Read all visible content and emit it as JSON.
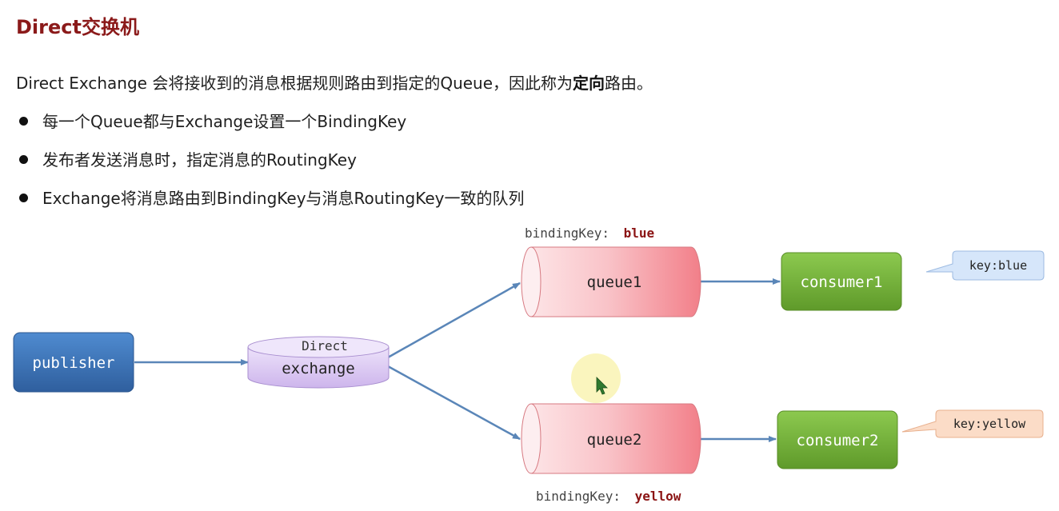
{
  "title": "Direct交换机",
  "intro": {
    "prefix": "Direct Exchange 会将接收到的消息根据规则路由到指定的Queue，因此称为",
    "bold": "定向",
    "suffix": "路由。"
  },
  "bullets": [
    "每一个Queue都与Exchange设置一个BindingKey",
    "发布者发送消息时，指定消息的RoutingKey",
    "Exchange将消息路由到BindingKey与消息RoutingKey一致的队列"
  ],
  "diagram": {
    "publisher": "publisher",
    "exchange_type": "Direct",
    "exchange": "exchange",
    "queue1": "queue1",
    "queue2": "queue2",
    "consumer1": "consumer1",
    "consumer2": "consumer2",
    "binding_label_prefix": "bindingKey:",
    "binding1_value": "blue",
    "binding2_value": "yellow",
    "key1": "key:blue",
    "key2": "key:yellow"
  },
  "colors": {
    "title": "#8b1a1a",
    "publisher": "#3d73b8",
    "exchange": "#d9c6f0",
    "queue": "#f58e96",
    "consumer": "#76b33c",
    "arrow": "#5a86b8",
    "key1_bg": "#d6e6fa",
    "key2_bg": "#fbdcc7",
    "binding_value": "#8b1414"
  }
}
